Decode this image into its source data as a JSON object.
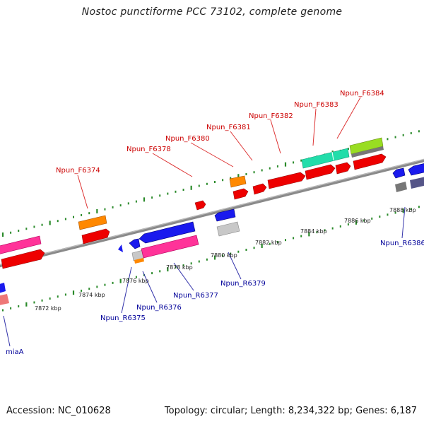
{
  "title": "Nostoc punctiforme PCC 73102, complete genome",
  "footer": {
    "accession": "Accession: NC_010628",
    "summary": "Topology: circular; Length: 8,234,322 bp; Genes: 6,187"
  },
  "scale_labels": [
    "7872 kbp",
    "7874 kbp",
    "7876 kbp",
    "7878 kbp",
    "7880 kbp",
    "7882 kbp",
    "7884 kbp",
    "7886 kbp",
    "7888 kbp"
  ],
  "top_gene_labels": [
    "Npun_F6374",
    "Npun_F6378",
    "Npun_F6380",
    "Npun_F6381",
    "Npun_F6382",
    "Npun_F6383",
    "Npun_F6384"
  ],
  "bottom_gene_labels": [
    "miaA",
    "Npun_R6375",
    "Npun_R6376",
    "Npun_R6377",
    "Npun_R6379",
    "Npun_R6386"
  ],
  "colors": {
    "backbone": "#8a8a8a",
    "tick": "#2a8a2a",
    "label_forward": "#cc0000",
    "label_reverse": "#000099",
    "red": "#ee0000",
    "pink": "#ff3399",
    "blue": "#1a1aee",
    "orange": "#ff8800",
    "teal": "#22ddaa",
    "lime": "#99dd22",
    "grey": "#c8c8c8",
    "darkgrey": "#777777",
    "salmon": "#ee7777"
  }
}
